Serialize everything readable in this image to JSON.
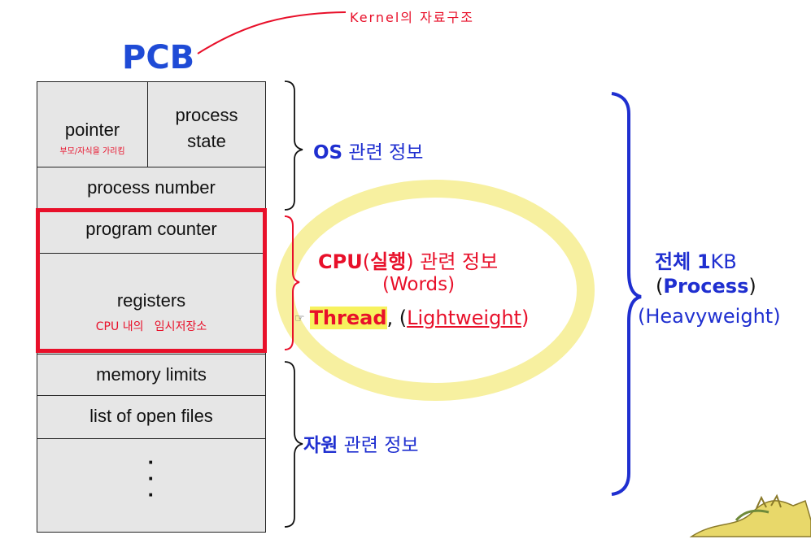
{
  "title": "PCB",
  "kernel_note": "Kernel의 자료구조",
  "pcb_fields": {
    "pointer": "pointer",
    "pointer_note": "부모/자식을 가리킴",
    "process_state_1": "process",
    "process_state_2": "state",
    "process_number": "process number",
    "program_counter": "program counter",
    "registers": "registers",
    "registers_note": "CPU 내의   임시저장소",
    "memory_limits": "memory limits",
    "open_files": "list of open files",
    "dots": "·\n·\n·"
  },
  "groups": {
    "os": {
      "bold": "OS",
      "rest": " 관련 정보"
    },
    "cpu": {
      "cpu": "CPU",
      "open": "(",
      "run": "실행",
      "close": ")",
      "rest": " 관련 정보",
      "words_open": "(",
      "words": "Words",
      "words_close": ")",
      "pointer_icon": "☞",
      "thread": "Thread",
      "comma": ", (",
      "lightweight": "Lightweight",
      "end": ")"
    },
    "resource": {
      "bold": "자원",
      "rest": " 관련 정보"
    }
  },
  "total": {
    "label": "전체",
    "size_num": "1",
    "size_unit": "KB",
    "process_open": "(",
    "process": "Process",
    "process_close": ")",
    "heavy": "(Heavyweight)"
  },
  "colors": {
    "title_blue": "#1f4bd6",
    "label_blue": "#1f2fd0",
    "red": "#e8102a",
    "highlight_yellow": "#f7f25e",
    "ellipse_yellow": "#f7f0a0",
    "cell_gray": "#e6e6e6"
  },
  "icons": [
    "pointing-hand-icon",
    "dragon-logo-icon"
  ]
}
